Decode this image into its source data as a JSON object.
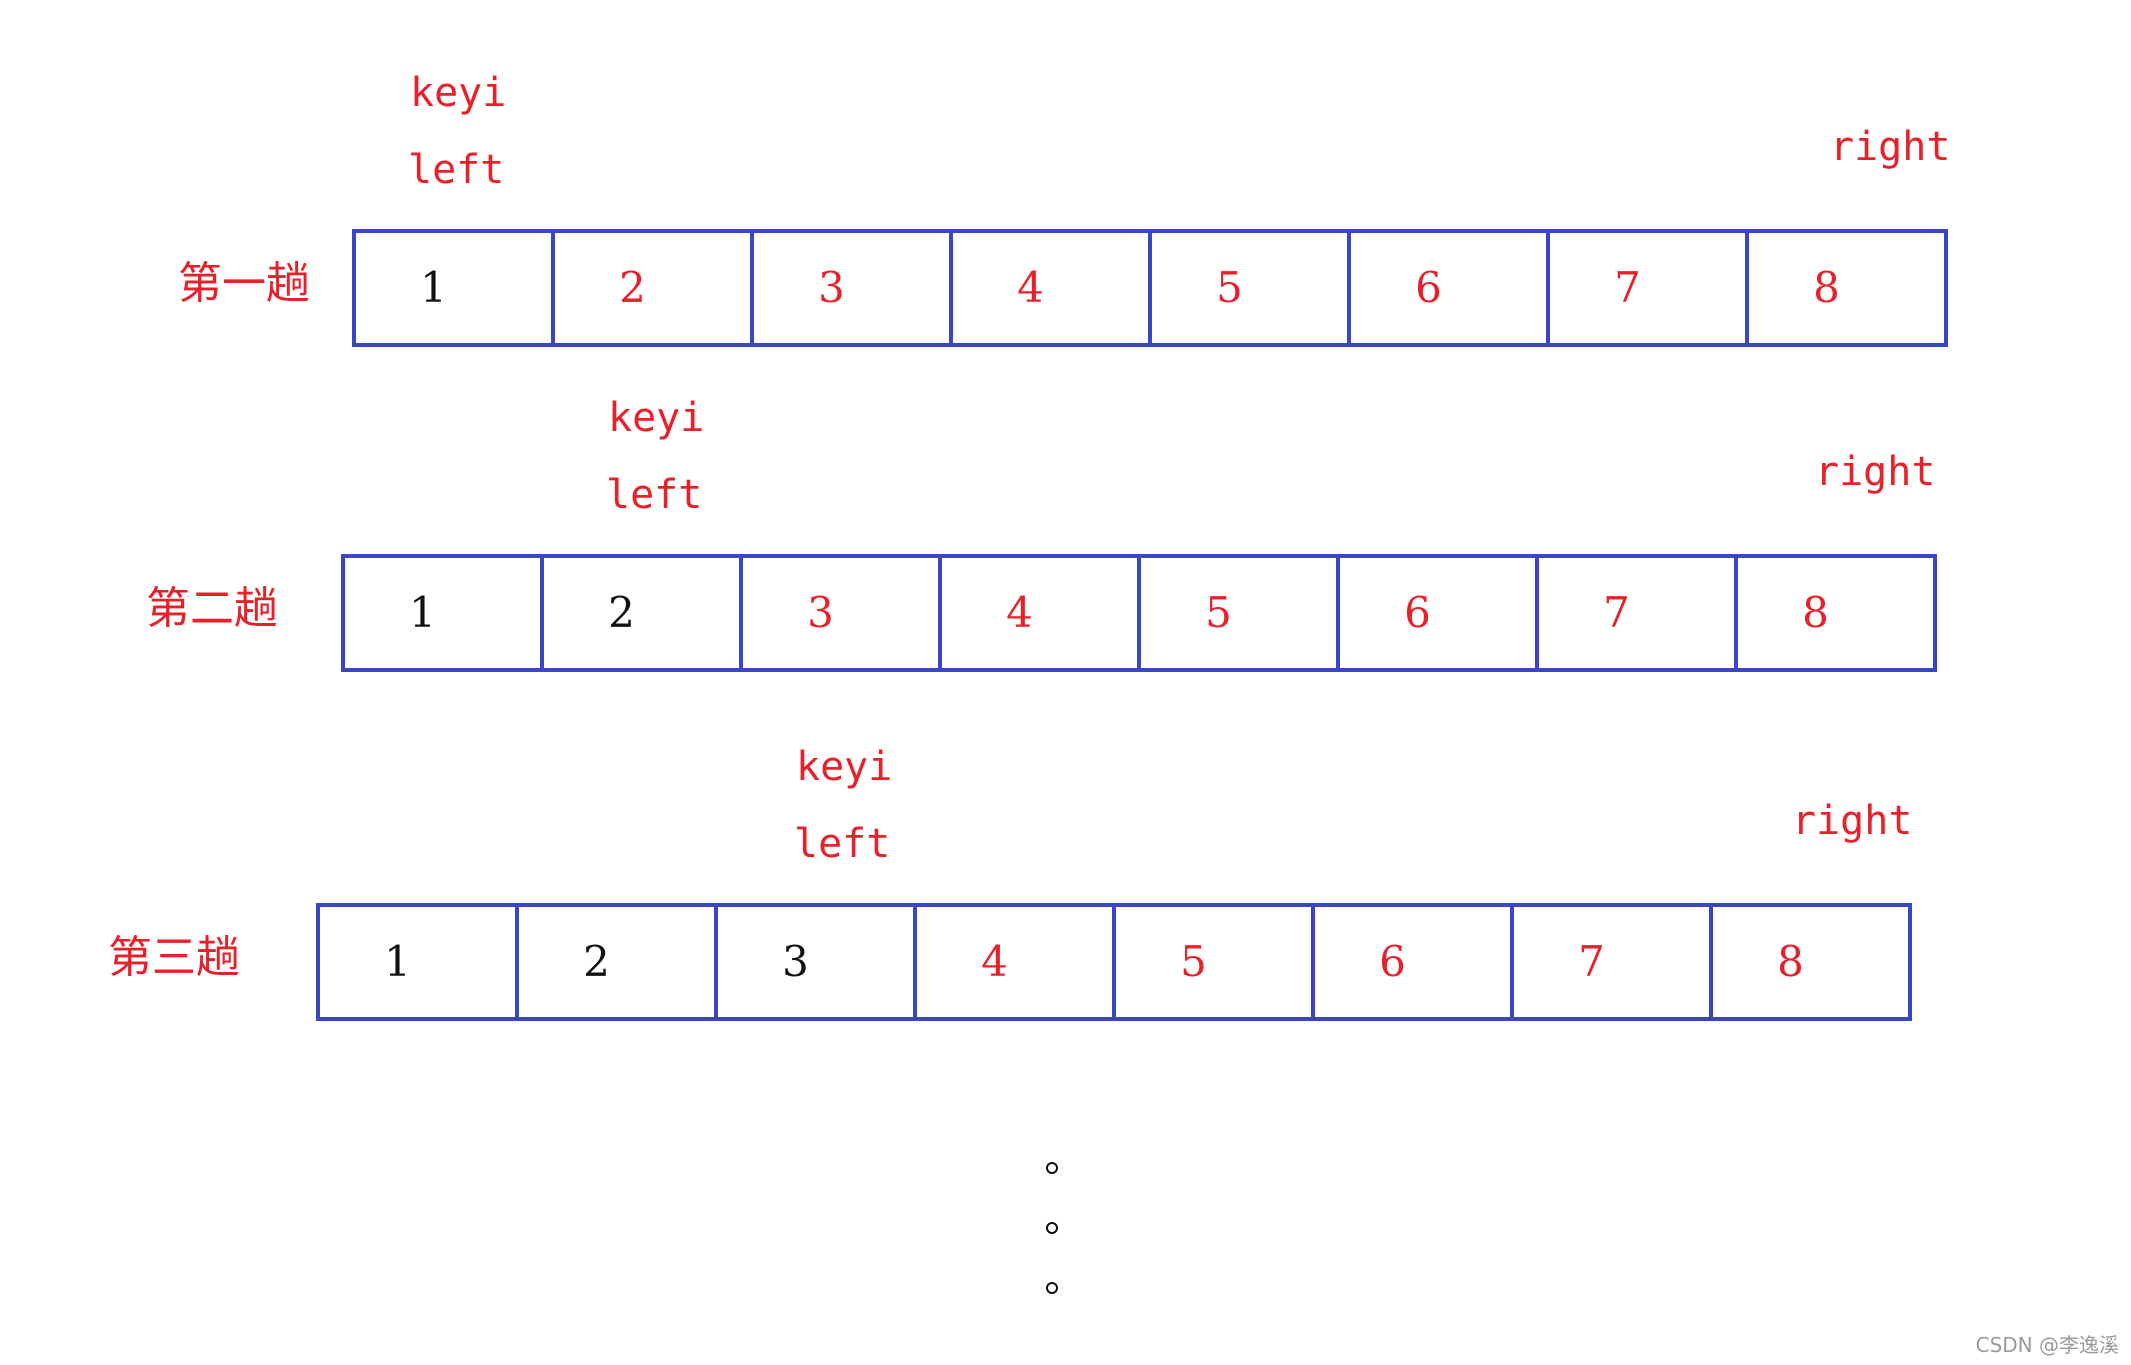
{
  "labels": {
    "keyi": "keyi",
    "left": "left",
    "right": "right"
  },
  "passes": [
    {
      "label": "第一趟",
      "cells": [
        {
          "value": "1",
          "state": "sorted"
        },
        {
          "value": "2",
          "state": "unsorted"
        },
        {
          "value": "3",
          "state": "unsorted"
        },
        {
          "value": "4",
          "state": "unsorted"
        },
        {
          "value": "5",
          "state": "unsorted"
        },
        {
          "value": "6",
          "state": "unsorted"
        },
        {
          "value": "7",
          "state": "unsorted"
        },
        {
          "value": "8",
          "state": "unsorted"
        }
      ]
    },
    {
      "label": "第二趟",
      "cells": [
        {
          "value": "1",
          "state": "sorted"
        },
        {
          "value": "2",
          "state": "sorted"
        },
        {
          "value": "3",
          "state": "unsorted"
        },
        {
          "value": "4",
          "state": "unsorted"
        },
        {
          "value": "5",
          "state": "unsorted"
        },
        {
          "value": "6",
          "state": "unsorted"
        },
        {
          "value": "7",
          "state": "unsorted"
        },
        {
          "value": "8",
          "state": "unsorted"
        }
      ]
    },
    {
      "label": "第三趟",
      "cells": [
        {
          "value": "1",
          "state": "sorted"
        },
        {
          "value": "2",
          "state": "sorted"
        },
        {
          "value": "3",
          "state": "sorted"
        },
        {
          "value": "4",
          "state": "unsorted"
        },
        {
          "value": "5",
          "state": "unsorted"
        },
        {
          "value": "6",
          "state": "unsorted"
        },
        {
          "value": "7",
          "state": "unsorted"
        },
        {
          "value": "8",
          "state": "unsorted"
        }
      ]
    }
  ],
  "watermark": "CSDN @李逸溪",
  "colors": {
    "pointer_text": "#e8202a",
    "cell_border": "#3a45c8",
    "sorted_value": "#111111",
    "unsorted_value": "#e8202a"
  }
}
